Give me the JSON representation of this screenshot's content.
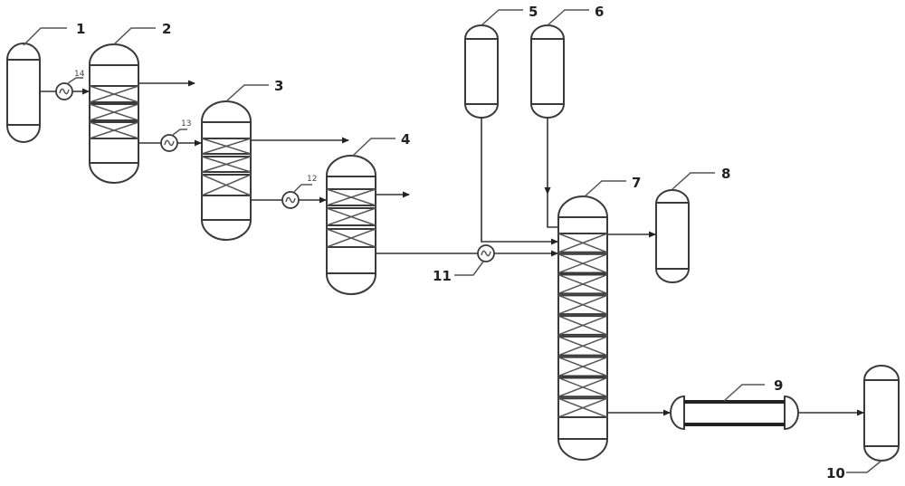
{
  "diagram": {
    "type": "process-flow-diagram",
    "equipment": [
      {
        "id": "1",
        "label": "1",
        "kind": "feed-tank"
      },
      {
        "id": "2",
        "label": "2",
        "kind": "packed-column",
        "packing_sections": 3
      },
      {
        "id": "3",
        "label": "3",
        "kind": "packed-column",
        "packing_sections": 3
      },
      {
        "id": "4",
        "label": "4",
        "kind": "packed-column",
        "packing_sections": 3
      },
      {
        "id": "5",
        "label": "5",
        "kind": "storage-tank"
      },
      {
        "id": "6",
        "label": "6",
        "kind": "storage-tank"
      },
      {
        "id": "7",
        "label": "7",
        "kind": "packed-column",
        "packing_sections": 9
      },
      {
        "id": "8",
        "label": "8",
        "kind": "receiver-tank"
      },
      {
        "id": "9",
        "label": "9",
        "kind": "horizontal-exchanger"
      },
      {
        "id": "10",
        "label": "10",
        "kind": "product-tank"
      },
      {
        "id": "11",
        "label": "11",
        "kind": "heat-exchanger"
      },
      {
        "id": "12",
        "label": "12",
        "kind": "heat-exchanger"
      },
      {
        "id": "13",
        "label": "13",
        "kind": "heat-exchanger"
      },
      {
        "id": "14",
        "label": "14",
        "kind": "heat-exchanger"
      }
    ],
    "streams": [
      {
        "from": "1",
        "via": "14",
        "to": "2"
      },
      {
        "from": "2",
        "to": "overhead-outlet"
      },
      {
        "from": "2",
        "via": "13",
        "to": "3"
      },
      {
        "from": "3",
        "to": "overhead-outlet"
      },
      {
        "from": "3",
        "via": "12",
        "to": "4"
      },
      {
        "from": "4",
        "to": "overhead-outlet"
      },
      {
        "from": "4",
        "via": "11",
        "to": "7"
      },
      {
        "from": "5",
        "to": "7"
      },
      {
        "from": "6",
        "to": "7"
      },
      {
        "from": "7",
        "to": "8"
      },
      {
        "from": "7",
        "to": "9"
      },
      {
        "from": "9",
        "to": "10"
      }
    ]
  },
  "labels": {
    "t1": "1",
    "t2": "2",
    "t3": "3",
    "t4": "4",
    "t5": "5",
    "t6": "6",
    "t7": "7",
    "t8": "8",
    "t9": "9",
    "t10": "10",
    "t11": "11",
    "t12": "12",
    "t13": "13",
    "t14": "14"
  }
}
